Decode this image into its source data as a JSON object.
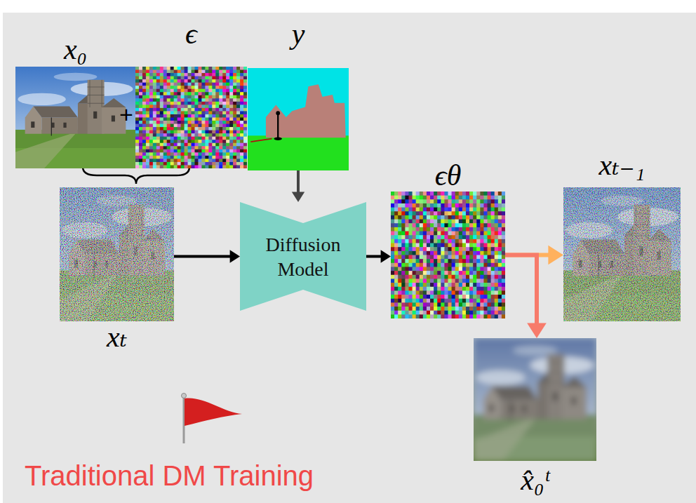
{
  "diagram": {
    "title": "Traditional DM Training",
    "nodes": [
      {
        "text": [
          "x₀"
        ]
      },
      {
        "text": [
          "ϵ"
        ]
      },
      {
        "text": [
          "y"
        ]
      },
      {
        "text": [
          "xₜ"
        ]
      },
      {
        "text": [
          "Diffusion Model"
        ]
      },
      {
        "text": [
          "ϵθ"
        ]
      },
      {
        "text": [
          "xₜ₋₁"
        ]
      },
      {
        "text": [
          "x̂₀ᵗ"
        ]
      }
    ],
    "edges": [
      {
        "from": 3,
        "to": 4,
        "arrow": "to"
      },
      {
        "from": 2,
        "to": 4,
        "arrow": "to"
      },
      {
        "from": 4,
        "to": 5,
        "arrow": "to"
      },
      {
        "from": 5,
        "to": 6,
        "arrow": "to"
      },
      {
        "from": 5,
        "to": 7,
        "arrow": "to"
      }
    ],
    "labels": [
      "+"
    ]
  }
}
